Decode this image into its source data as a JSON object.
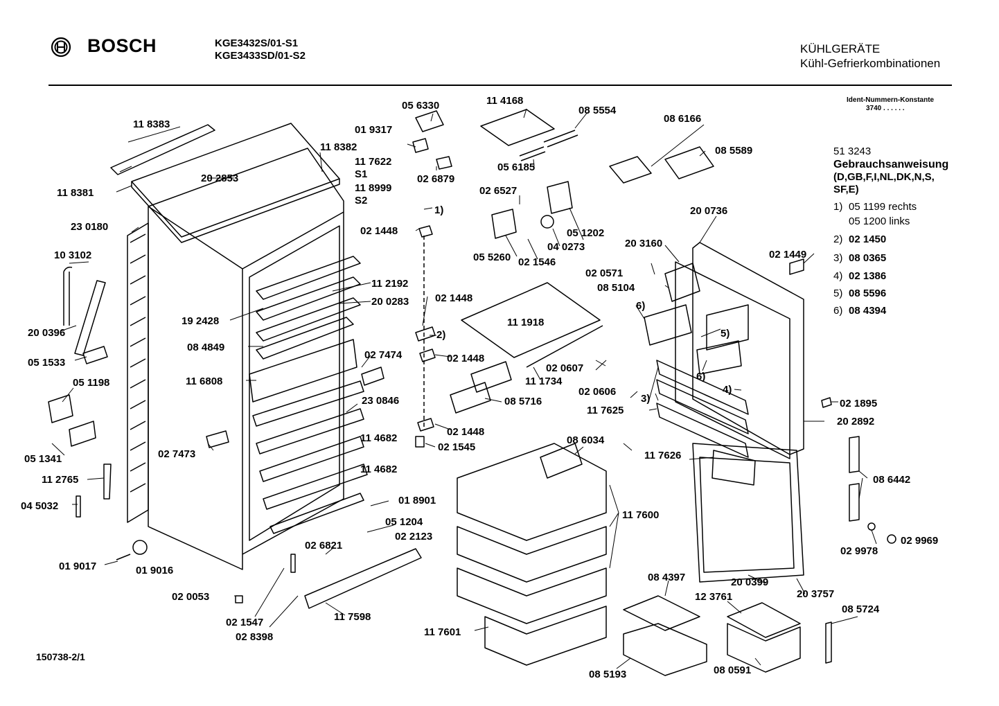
{
  "header": {
    "brand": "BOSCH",
    "logo_icon": "bosch-armature-logo-icon",
    "models": [
      "KGE3432S/01-S1",
      "KGE3433SD/01-S2"
    ],
    "category": "KÜHLGERÄTE",
    "subcategory": "Kühl-Gefrierkombinationen"
  },
  "ident": {
    "title": "Ident-Nummern-Konstante",
    "value": "3740  . .  . . . ."
  },
  "manual": {
    "number": "51 3243",
    "title": "Gebrauchsanweisung",
    "languages": "(D,GB,F,I,NL,DK,N,S,",
    "languages2": "SF,E)"
  },
  "footnotes": [
    {
      "key": "1)",
      "text": "05 1199 rechts"
    },
    {
      "key": "",
      "text": "05 1200 links"
    },
    {
      "key": "2)",
      "text": "02 1450"
    },
    {
      "key": "3)",
      "text": "08 0365"
    },
    {
      "key": "4)",
      "text": "02 1386"
    },
    {
      "key": "5)",
      "text": "08 5596"
    },
    {
      "key": "6)",
      "text": "08 4394"
    }
  ],
  "drawing_number": "150738-2/1",
  "part_labels": [
    "11 8383",
    "11 8382",
    "20 2853",
    "11 8381",
    "23 0180",
    "10 3102",
    "20 0396",
    "05 1533",
    "05 1198",
    "05 1341",
    "11 2765",
    "04 5032",
    "01 9017",
    "01 9016",
    "02 0053",
    "02 1547",
    "02 8398",
    "11 7598",
    "02 6821",
    "05 1204",
    "02 2123",
    "01 8901",
    "11 4682",
    "11 4682",
    "02 7473",
    "23 0846",
    "11 6808",
    "08 4849",
    "19 2428",
    "11 2192",
    "20 0283",
    "02 7474",
    "05 6330",
    "01 9317",
    "11 7622",
    "S1",
    "11 8999",
    "S2",
    "02 6879",
    "1)",
    "02 1448",
    "02 1448",
    "2)",
    "02 1448",
    "02 1448",
    "02 1545",
    "11 4168",
    "08 5554",
    "05 6185",
    "02 6527",
    "05 1202",
    "05 5260",
    "02 1546",
    "04 0273",
    "08 6166",
    "08 5589",
    "11 1918",
    "11 1734",
    "08 5716",
    "08 6034",
    "11 7600",
    "11 7601",
    "08 5193",
    "08 4397",
    "12 3761",
    "08 0591",
    "20 0736",
    "20 3160",
    "02 0571",
    "08 5104",
    "6)",
    "5)",
    "6)",
    "4)",
    "02 0607",
    "02 0606",
    "11 7625",
    "3)",
    "11 7626",
    "02 1449",
    "02 1895",
    "20 2892",
    "08 6442",
    "02 9978",
    "02 9969",
    "20 0399",
    "20 3757",
    "08 5724"
  ]
}
